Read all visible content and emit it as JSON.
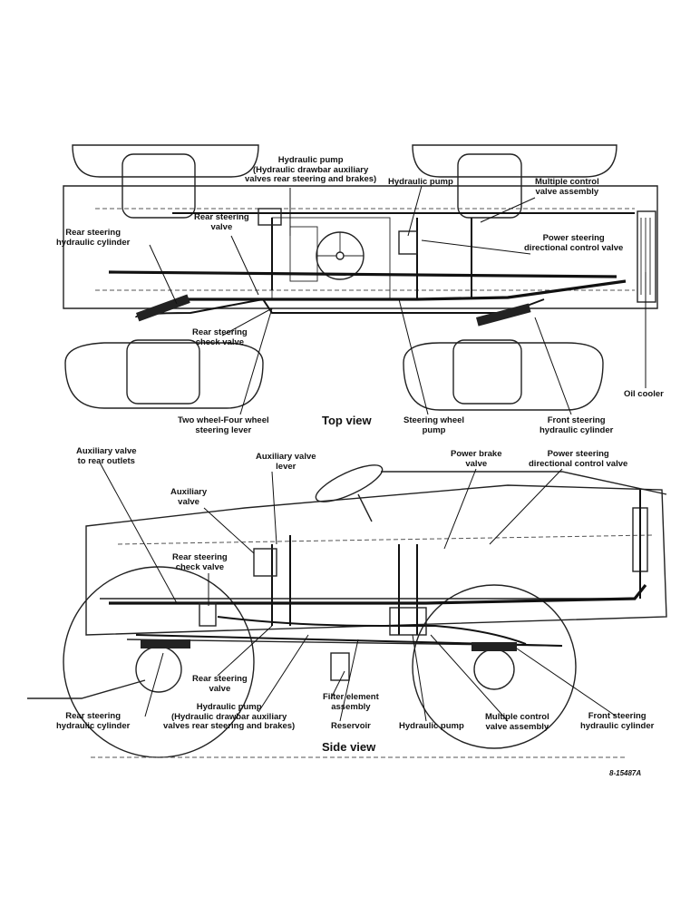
{
  "views": {
    "top": "Top view",
    "side": "Side view"
  },
  "figure_code": "8-15487A",
  "top_labels": {
    "hydraulic_pump_main": [
      "Hydraulic pump",
      "(Hydraulic drawbar auxiliary",
      "valves rear steering and brakes)"
    ],
    "hydraulic_pump": [
      "Hydraulic pump"
    ],
    "multiple_control_valve": [
      "Multiple control",
      "valve assembly"
    ],
    "rear_steering_cylinder": [
      "Rear steering",
      "hydraulic cylinder"
    ],
    "rear_steering_valve": [
      "Rear steering",
      "valve"
    ],
    "power_steering_dcv": [
      "Power steering",
      "directional control valve"
    ],
    "rear_steering_check_valve": [
      "Rear steering",
      "check valve"
    ],
    "oil_cooler": [
      "Oil cooler"
    ],
    "two_four_wheel_lever": [
      "Two wheel-Four wheel",
      "steering lever"
    ],
    "steering_wheel_pump": [
      "Steering wheel",
      "pump"
    ],
    "front_steering_cylinder": [
      "Front steering",
      "hydraulic cylinder"
    ]
  },
  "side_labels": {
    "auxiliary_valve_rear_outlets": [
      "Auxiliary valve",
      "to rear outlets"
    ],
    "auxiliary_valve_lever": [
      "Auxiliary valve",
      "lever"
    ],
    "power_brake_valve": [
      "Power brake",
      "valve"
    ],
    "power_steering_dcv": [
      "Power steering",
      "directional control valve"
    ],
    "auxiliary_valve": [
      "Auxiliary",
      "valve"
    ],
    "rear_steering_check_valve": [
      "Rear steering",
      "check valve"
    ],
    "rear_steering_valve": [
      "Rear steering",
      "valve"
    ],
    "filter_element": [
      "Filter element",
      "assembly"
    ],
    "hydraulic_pump_main": [
      "Hydraulic pump",
      "(Hydraulic drawbar auxiliary",
      "valves rear steering and brakes)"
    ],
    "rear_steering_cylinder": [
      "Rear steering",
      "hydraulic cylinder"
    ],
    "reservoir": [
      "Reservoir"
    ],
    "hydraulic_pump": [
      "Hydraulic pump"
    ],
    "multiple_control_valve": [
      "Multiple control",
      "valve assembly"
    ],
    "front_steering_cylinder": [
      "Front steering",
      "hydraulic cylinder"
    ]
  }
}
